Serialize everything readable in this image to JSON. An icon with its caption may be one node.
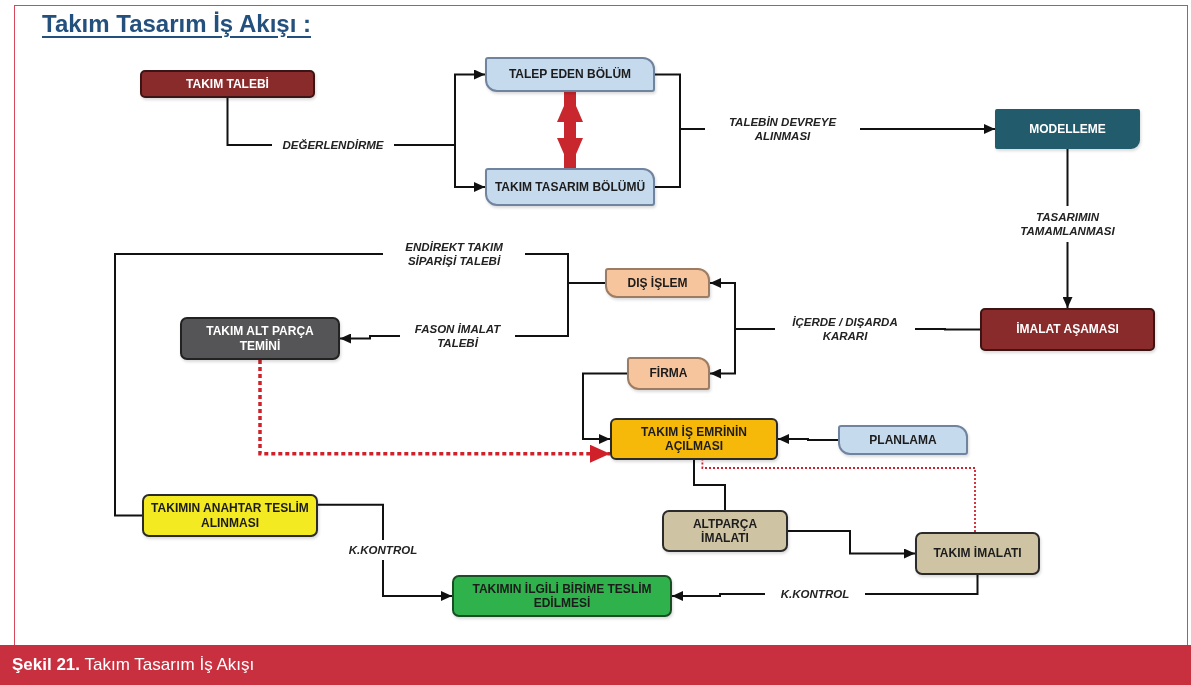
{
  "diagram": {
    "title": "Takım Tasarım İş Akışı :",
    "caption": "**Şekil 21.** Takım Tasarım İş Akışı",
    "nodes": [
      {
        "text": [
          "TAKIM TALEBİ"
        ]
      },
      {
        "text": [
          "DEĞERLENDİRME"
        ]
      },
      {
        "text": [
          "TALEP EDEN BÖLÜM"
        ]
      },
      {
        "text": [
          "TAKIM TASARIM BÖLÜMÜ"
        ]
      },
      {
        "text": [
          "TALEBİN DEVREYE ALINMASI"
        ]
      },
      {
        "text": [
          "MODELLEME"
        ]
      },
      {
        "text": [
          "TASARIMIN TAMAMLANMASI"
        ]
      },
      {
        "text": [
          "İMALAT AŞAMASI"
        ]
      },
      {
        "text": [
          "İÇERDE / DIŞARDA KARARI"
        ]
      },
      {
        "text": [
          "DIŞ İŞLEM"
        ]
      },
      {
        "text": [
          "FİRMA"
        ]
      },
      {
        "text": [
          "ENDİREKT TAKIM SİPARİŞİ TALEBİ"
        ]
      },
      {
        "text": [
          "FASON İMALAT TALEBİ"
        ]
      },
      {
        "text": [
          "TAKIM ALT PARÇA TEMİNİ"
        ]
      },
      {
        "text": [
          "TAKIM İŞ EMRİNİN AÇILMASI"
        ]
      },
      {
        "text": [
          "PLANLAMA"
        ]
      },
      {
        "text": [
          "TAKIMIN ANAHTAR TESLİM ALINMASI"
        ]
      },
      {
        "text": [
          "ALTPARÇA İMALATI"
        ]
      },
      {
        "text": [
          "TAKIM İMALATI"
        ]
      },
      {
        "text": [
          "TAKIMIN İLGİLİ BİRİME TESLİM EDİLMESİ"
        ]
      },
      {
        "text": [
          "K.KONTROL"
        ]
      },
      {
        "text": [
          "K.KONTROL"
        ]
      }
    ],
    "edges": [
      {
        "from": 0,
        "to": 1,
        "arrow": "none"
      },
      {
        "from": 1,
        "to": 2,
        "arrow": "to"
      },
      {
        "from": 1,
        "to": 3,
        "arrow": "to"
      },
      {
        "from": 2,
        "to": 3,
        "arrow": "both",
        "style": "thick",
        "color": "#c8282d"
      },
      {
        "from": 2,
        "to": 4,
        "arrow": "none"
      },
      {
        "from": 3,
        "to": 4,
        "arrow": "none"
      },
      {
        "from": 4,
        "to": 5,
        "arrow": "to"
      },
      {
        "from": 5,
        "to": 6,
        "arrow": "none"
      },
      {
        "from": 6,
        "to": 7,
        "arrow": "to"
      },
      {
        "from": 7,
        "to": 8,
        "arrow": "none"
      },
      {
        "from": 8,
        "to": 9,
        "arrow": "to"
      },
      {
        "from": 8,
        "to": 10,
        "arrow": "to"
      },
      {
        "from": 9,
        "to": 11,
        "arrow": "none"
      },
      {
        "from": 9,
        "to": 12,
        "arrow": "none"
      },
      {
        "from": 12,
        "to": 13,
        "arrow": "to"
      },
      {
        "from": 11,
        "to": 16,
        "arrow": "none"
      },
      {
        "from": 10,
        "to": 14,
        "arrow": "to"
      },
      {
        "from": 13,
        "to": 14,
        "arrow": "to",
        "style": "dashed",
        "color": "#d0202a"
      },
      {
        "from": 15,
        "to": 14,
        "arrow": "to"
      },
      {
        "from": 14,
        "to": 17,
        "arrow": "none"
      },
      {
        "from": 17,
        "to": 18,
        "arrow": "to"
      },
      {
        "from": 18,
        "to": 14,
        "arrow": "none",
        "style": "dashed",
        "color": "#d0202a"
      },
      {
        "from": 16,
        "to": 20,
        "arrow": "none"
      },
      {
        "from": 20,
        "to": 19,
        "arrow": "to"
      },
      {
        "from": 18,
        "to": 21,
        "arrow": "none"
      },
      {
        "from": 21,
        "to": 19,
        "arrow": "to"
      }
    ]
  }
}
